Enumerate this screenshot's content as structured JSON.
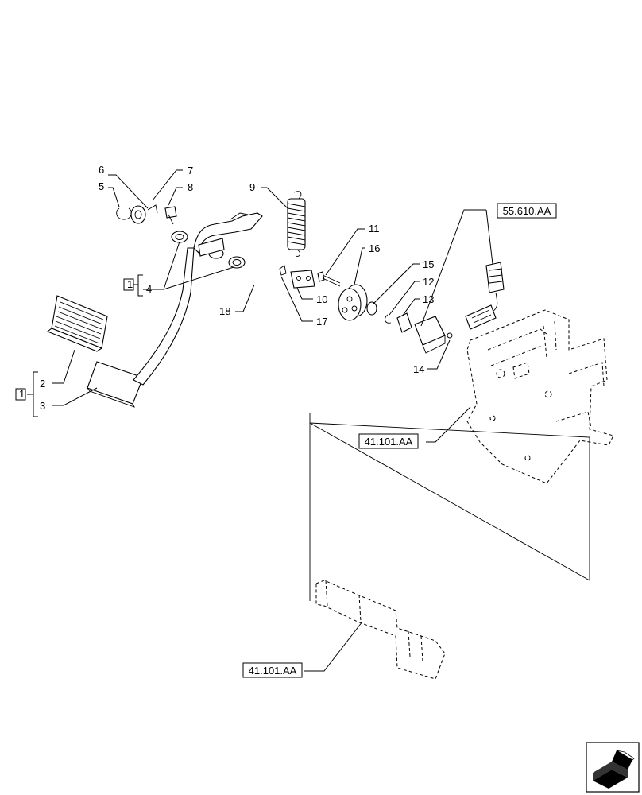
{
  "callouts": {
    "c1": "1",
    "c2": "2",
    "c3": "3",
    "c4": "4",
    "c5": "5",
    "c6": "6",
    "c7": "7",
    "c8": "8",
    "c9": "9",
    "c10": "10",
    "c11": "11",
    "c12": "12",
    "c13": "13",
    "c14": "14",
    "c15": "15",
    "c16": "16",
    "c17": "17",
    "c18": "18",
    "group_a": "1",
    "group_b": "1"
  },
  "references": {
    "harness": "55.610.AA",
    "support": "41.101.AA",
    "shaft": "41.101.AA"
  },
  "icons": {
    "nav": "next-page-arrow-icon"
  }
}
